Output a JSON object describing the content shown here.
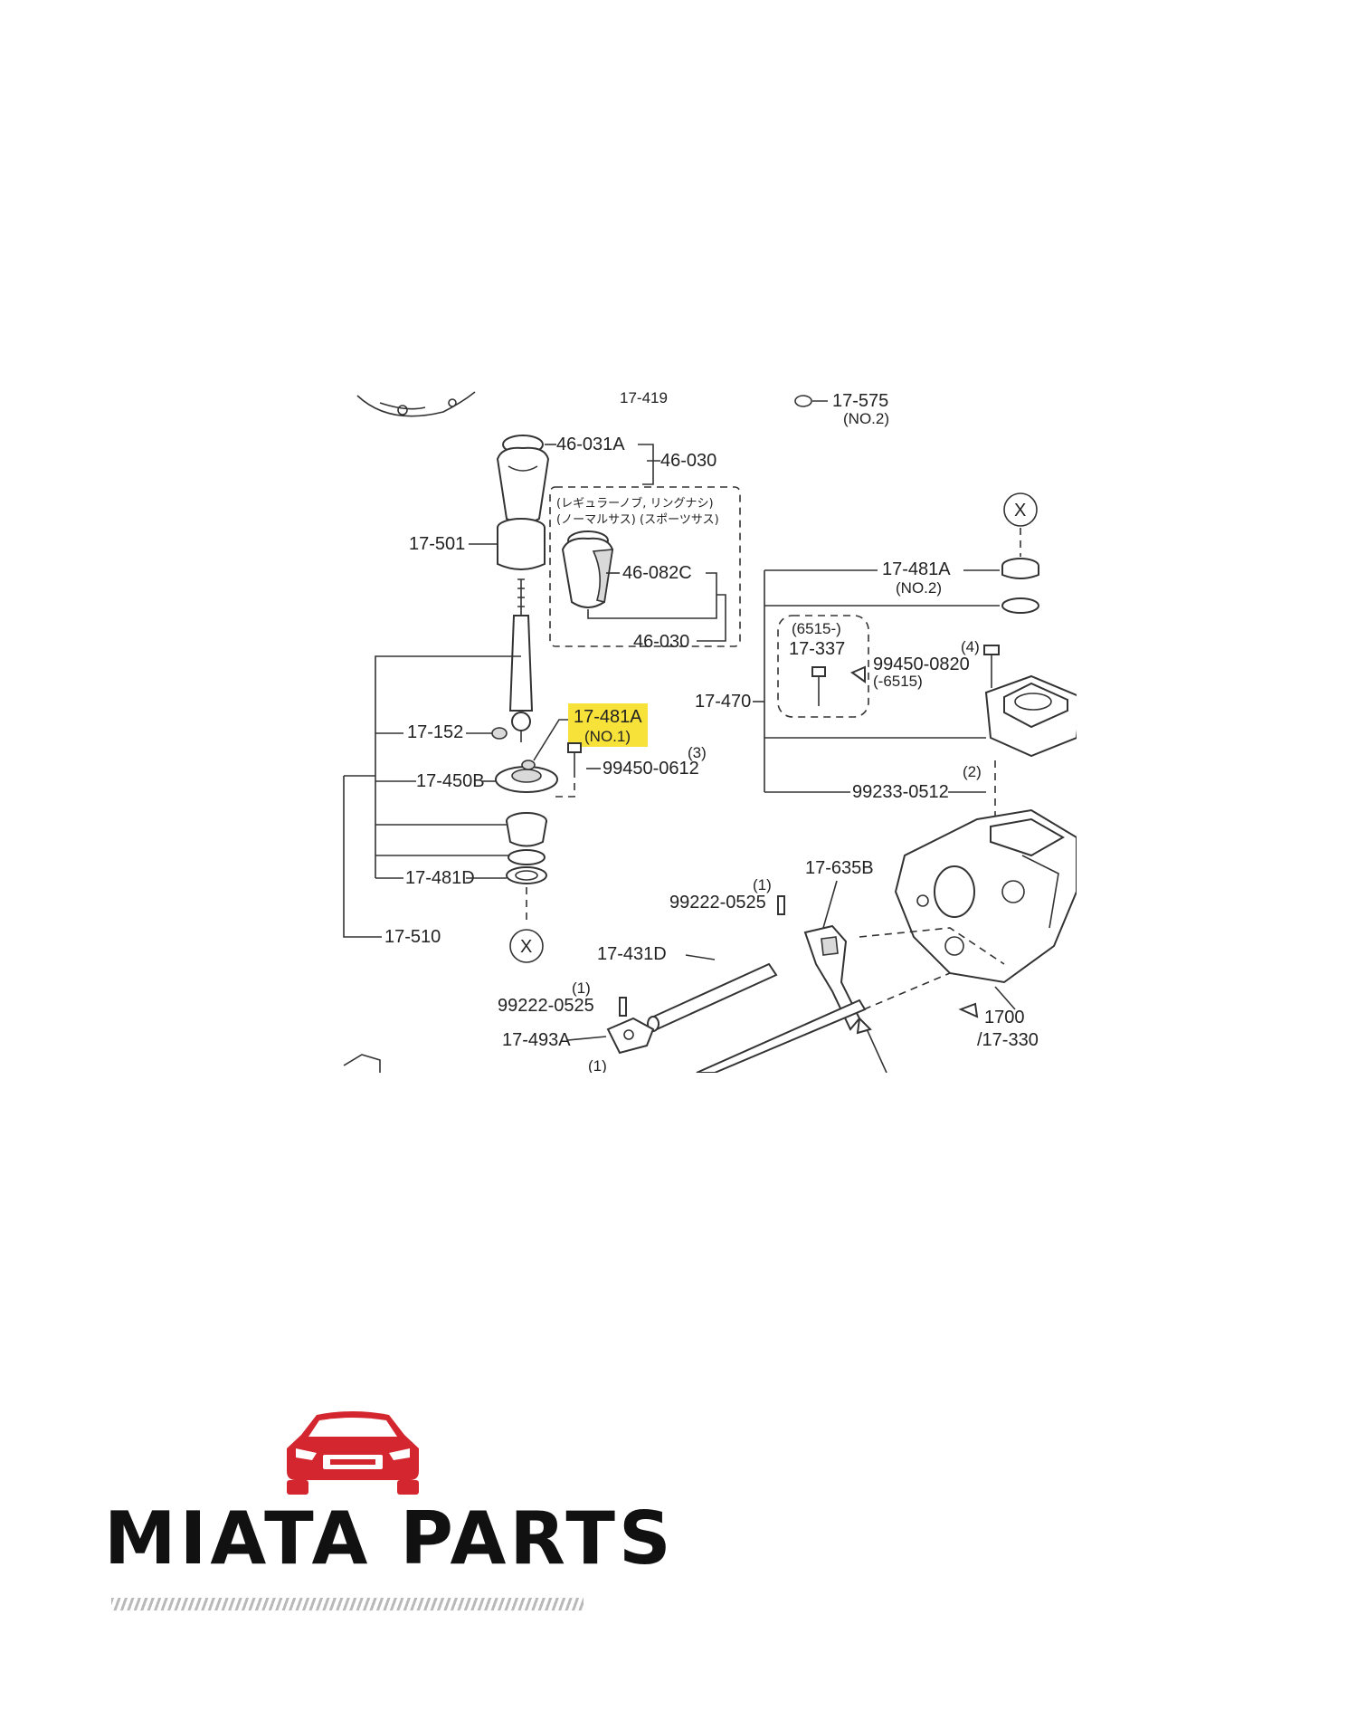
{
  "diagram": {
    "labels": {
      "l_17419": "17-419",
      "l_17575": "17-575",
      "l_no2a": "(NO.2)",
      "l_46031a": "46-031A",
      "l_46030a": "46-030",
      "l_jp1": "(レギュラーノブ, リングナシ)",
      "l_jp2": "(ノーマルサス) (スポーツサス)",
      "l_46082c": "46-082C",
      "l_46030b": "46-030",
      "l_17501": "17-501",
      "l_17481a_hl": "17-481A",
      "l_no1": "(NO.1)",
      "l_17152": "17-152",
      "l_3a": "(3)",
      "l_99450_0612": "99450-0612",
      "l_17450b": "17-450B",
      "l_17481d": "17-481D",
      "l_17510": "17-510",
      "l_x1": "X",
      "l_x2": "X",
      "l_17481a": "17-481A",
      "l_no2b": "(NO.2)",
      "l_6515a": "(6515-)",
      "l_17337": "17-337",
      "l_4": "(4)",
      "l_99450_0820": "99450-0820",
      "l_6515b": "(-6515)",
      "l_17470": "17-470",
      "l_2": "(2)",
      "l_99233_0512": "99233-0512",
      "l_17635b": "17-635B",
      "l_1a": "(1)",
      "l_99222_0525a": "99222-0525",
      "l_17431d": "17-431D",
      "l_1b": "(1)",
      "l_99222_0525b": "99222-0525",
      "l_17493a": "17-493A",
      "l_1c": "(1)",
      "l_1700": "1700",
      "l_17330": "/17-330"
    },
    "highlight_color": "#f7e23a"
  },
  "logo": {
    "text": "MIATA PARTS",
    "car_color": "#d3262e",
    "text_color": "#111111"
  }
}
